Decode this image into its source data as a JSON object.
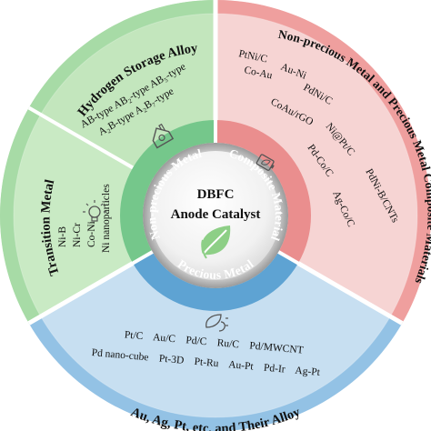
{
  "center": {
    "line1": "DBFC",
    "line2": "Anode Catalyst"
  },
  "inner_labels": {
    "non_precious": "Non-precious Metal",
    "composite": "Composite Material",
    "precious": "Precious Metal"
  },
  "outer_titles": {
    "hydrogen": "Hydrogen Storage Alloy",
    "transition": "Transition Metal",
    "nonprecious_precious": "Non-precious Metal and Precious Metal Composite Materials",
    "alloys": "Au, Ag, Pt, etc. and Their Alloy"
  },
  "hydrogen_items": {
    "line1": "AB-type  AB₂-type  AB₅-type",
    "line2": "A₂B-type  A₂B₇-type"
  },
  "transition_items": {
    "col1": "Ni-B",
    "col2": "Ni-Cr",
    "col3": "Co-Ni",
    "col4": "Ni nanoparticles"
  },
  "composite_items": [
    "PtNi/C",
    "Au-Ni",
    "Co-Au",
    "PdNi/C",
    "CoAu/rGO",
    "Ni@Pt/C",
    "Pd-Co/C",
    "PdNi-B/CNTs",
    "Ag-Co/C"
  ],
  "precious_items": {
    "row1": "Pt/C    Au/C    Pd/C    Ru/C    Pd/MWCNT",
    "row2": "Pd nano-cube    Pt-3D    Pt-Ru    Au-Pt    Pd-Ir    Ag-Pt"
  },
  "icons": {
    "hydrogen": "house-gear-icon",
    "transition": "lightbulb-icon",
    "composite": "battery-leaf-icon",
    "precious": "plug-leaf-icon",
    "center": "leaf-icon"
  },
  "colors": {
    "green_outer": "#c3e6bd",
    "green_band": "#75c78b",
    "red_outer": "#f6d4d3",
    "red_band": "#ea8e8e",
    "blue_outer": "#c7dff1",
    "blue_band": "#5ea3d3",
    "divider": "#ffffff",
    "center_gray": "#cfcfcf"
  }
}
